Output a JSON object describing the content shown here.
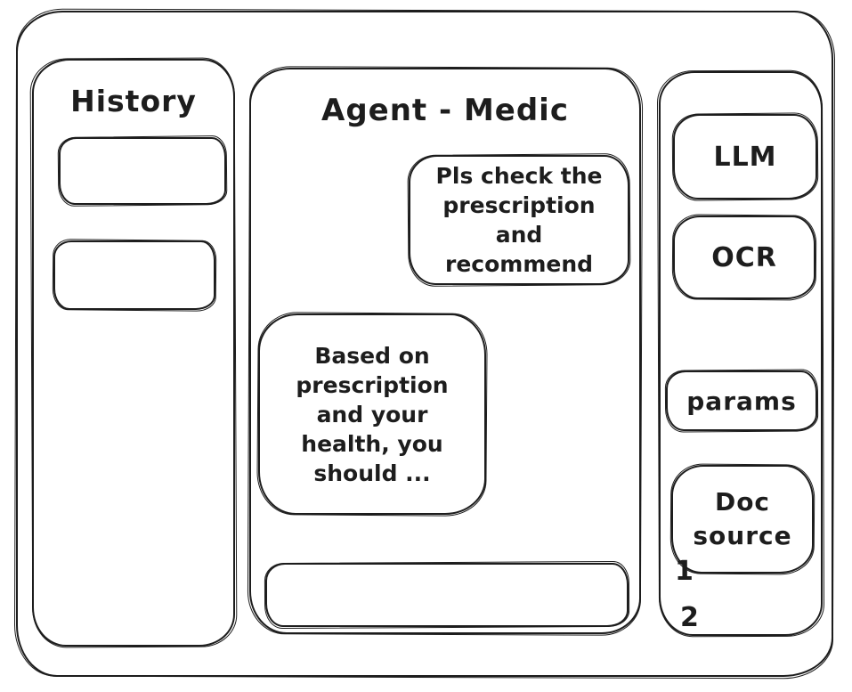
{
  "colors": {
    "ink": "#1d1d1d",
    "background": "#ffffff"
  },
  "history_panel": {
    "title": "History",
    "items": [
      {
        "label": ""
      },
      {
        "label": ""
      }
    ]
  },
  "chat_panel": {
    "title": "Agent - Medic",
    "messages": [
      {
        "role": "user",
        "text": "Pls check the prescription and recommend"
      },
      {
        "role": "agent",
        "text": "Based on prescription and your health, you should ..."
      }
    ],
    "input": {
      "value": "",
      "placeholder": ""
    }
  },
  "tools_panel": {
    "buttons": [
      {
        "label": "LLM"
      },
      {
        "label": "OCR"
      },
      {
        "label": "params"
      },
      {
        "label": "Doc source"
      }
    ],
    "doc_source_items": [
      "1",
      "2"
    ]
  }
}
